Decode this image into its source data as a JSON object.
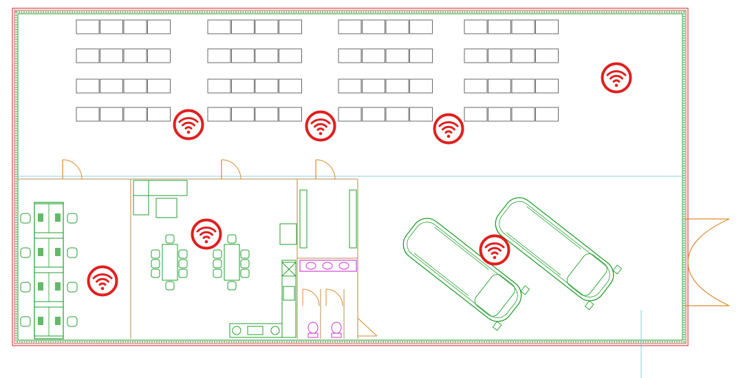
{
  "colors": {
    "outer_wall": "#d9534f",
    "wall_hatch": "#8fbf8f",
    "inner_green": "#1f9d2a",
    "door": "#d98a2b",
    "partition": "#c8a26a",
    "wifi": "#e01f1f",
    "fixture": "#cc33cc",
    "guide": "#5fc7d6",
    "chair_outline": "#555555"
  },
  "icons": {
    "wifi": "wifi-icon",
    "door": "door-swing-icon",
    "vehicle": "vehicle-icon",
    "toilet": "toilet-icon",
    "sink": "sink-icon"
  },
  "layout": {
    "auditorium_seat_blocks": 4,
    "auditorium_seat_rows": 4,
    "seats_per_block_row": 4,
    "wifi_access_points": 7,
    "parked_vehicles": 2,
    "dining_tables": 2,
    "workstation_desk_rows": 4
  }
}
